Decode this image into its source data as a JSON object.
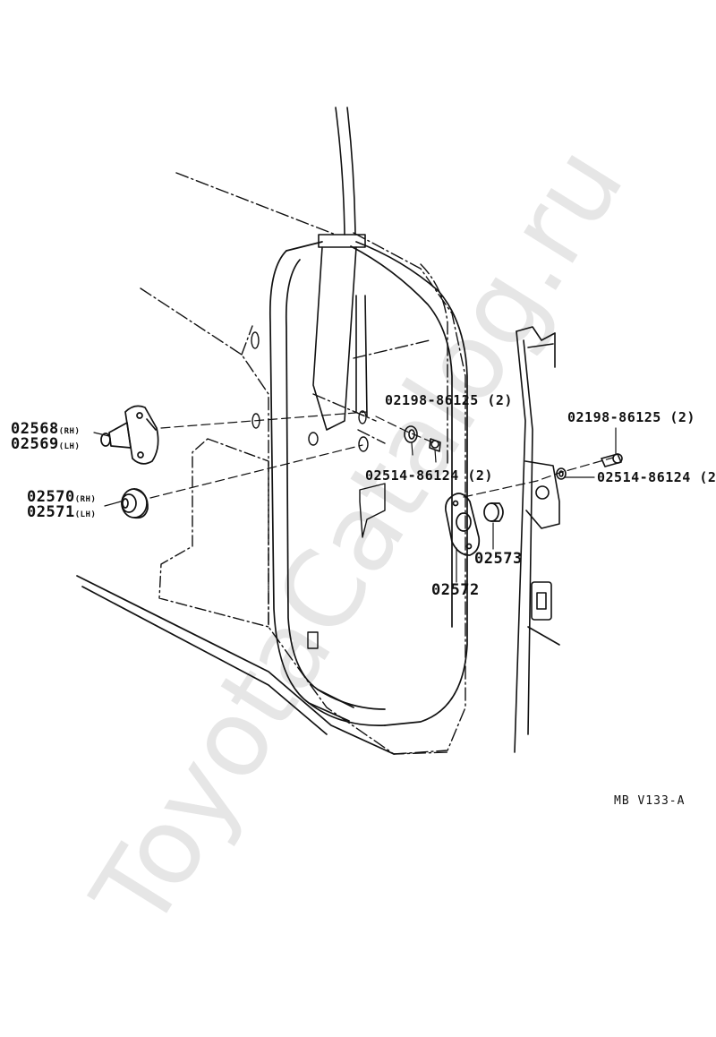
{
  "watermark": "ToyotaCatalog.ru",
  "labels": {
    "p02568": "02568",
    "p02568_sfx": "(RH)",
    "p02569": "02569",
    "p02569_sfx": "(LH)",
    "p02570": "02570",
    "p02570_sfx": "(RH)",
    "p02571": "02571",
    "p02571_sfx": "(LH)",
    "bolt_left": "02198-86125 (2)",
    "washer_left": "02514-86124 (2)",
    "bolt_right": "02198-86125 (2)",
    "washer_right": "02514-86124 (2)",
    "p02572": "02572",
    "p02573": "02573",
    "diagram_code": "MB V133-A"
  },
  "colors": {
    "line": "#111111",
    "watermark": "#e6e6e6",
    "background": "#ffffff"
  }
}
